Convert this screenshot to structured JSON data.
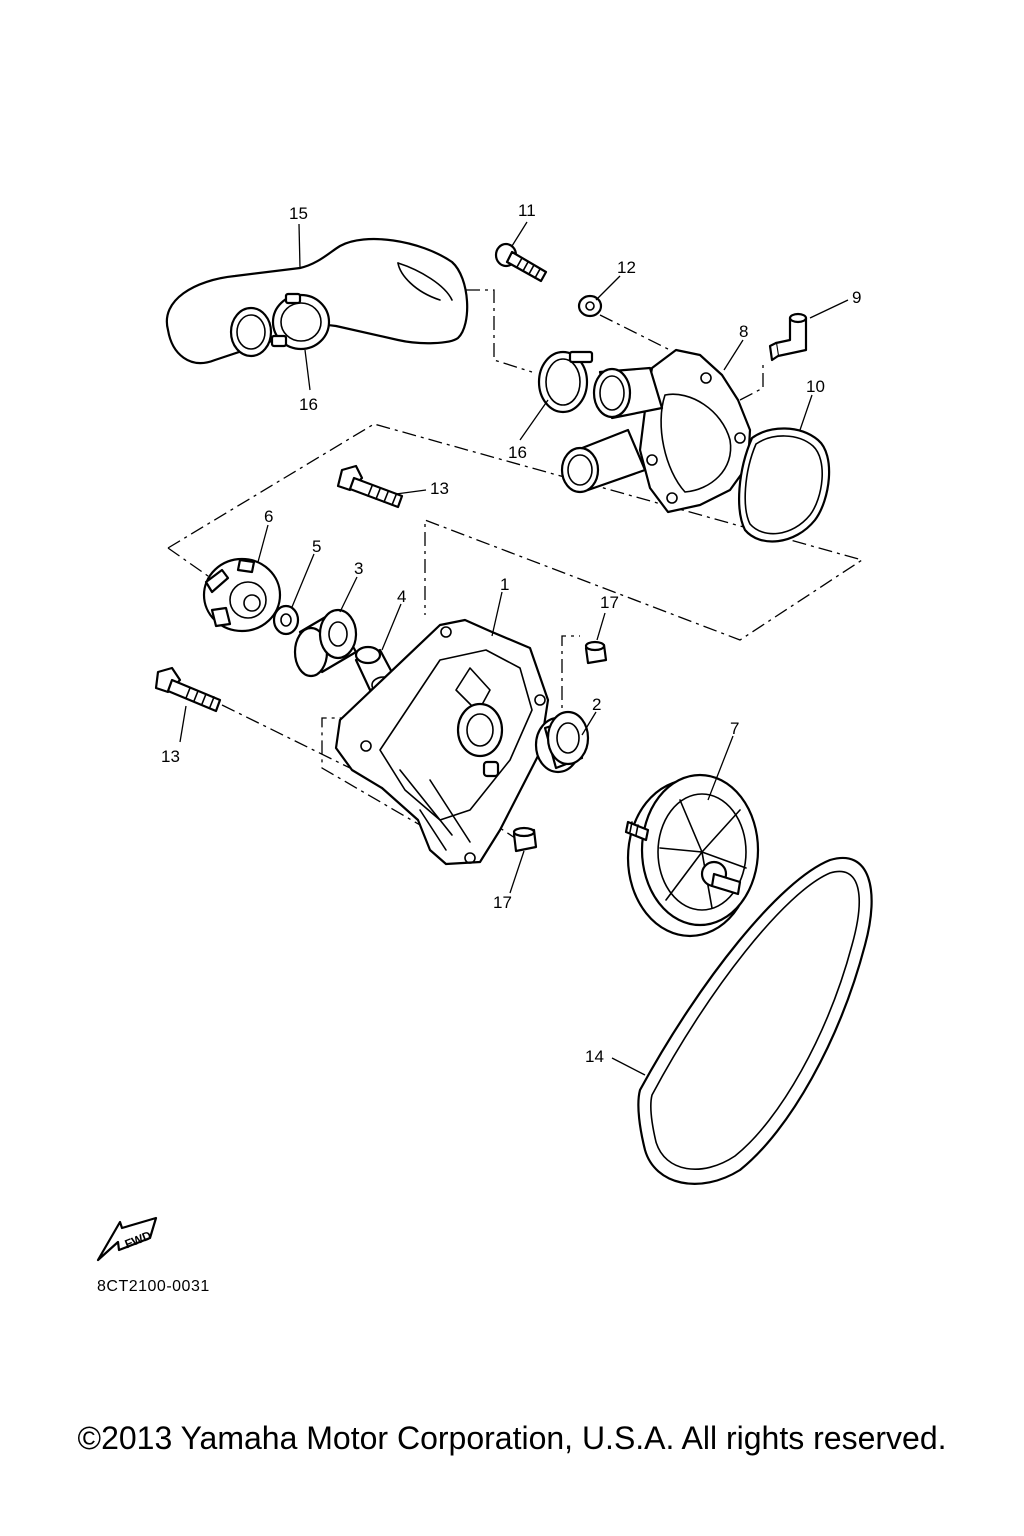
{
  "callouts": {
    "c1": "1",
    "c2": "2",
    "c3": "3",
    "c4": "4",
    "c5": "5",
    "c6": "6",
    "c7": "7",
    "c8": "8",
    "c9": "9",
    "c10": "10",
    "c11": "11",
    "c12": "12",
    "c13a": "13",
    "c13b": "13",
    "c14": "14",
    "c15": "15",
    "c16a": "16",
    "c16b": "16",
    "c17a": "17",
    "c17b": "17"
  },
  "fwd_label": "FWD",
  "drawing_code": "8CT2100-0031",
  "copyright": "©2013 Yamaha Motor Corporation, U.S.A. All rights reserved."
}
